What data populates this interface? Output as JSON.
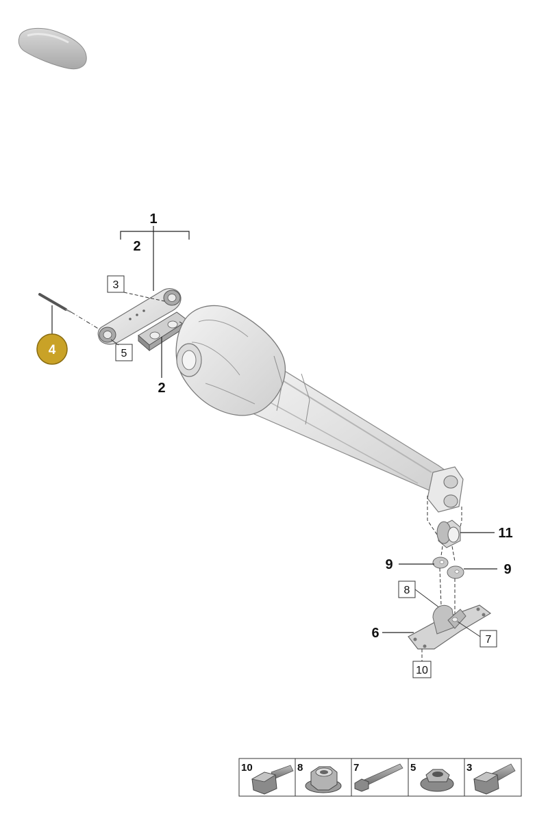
{
  "colors": {
    "badge_fill": "#c9a227",
    "badge_stroke": "#8a6d12",
    "part_fill": "#e6e6e6",
    "part_stroke": "#7a7a7a",
    "line": "#222222"
  },
  "callouts": {
    "bracket_main": "1",
    "bracket_sub": "2",
    "bushing_pad": "2",
    "bolt_3": "3",
    "tool_4": "4",
    "nut_5": "5",
    "mount_6": "6",
    "bolt_7": "7",
    "nut_8": "8",
    "washer_left": "9",
    "washer_right": "9",
    "bolt_10": "10",
    "bushing_11": "11"
  },
  "hardware_legend": [
    {
      "number": "10",
      "icon": "flange-bolt-icon"
    },
    {
      "number": "8",
      "icon": "hex-flange-nut-icon"
    },
    {
      "number": "7",
      "icon": "long-bolt-icon"
    },
    {
      "number": "5",
      "icon": "hex-nut-icon"
    },
    {
      "number": "3",
      "icon": "short-bolt-icon"
    }
  ]
}
